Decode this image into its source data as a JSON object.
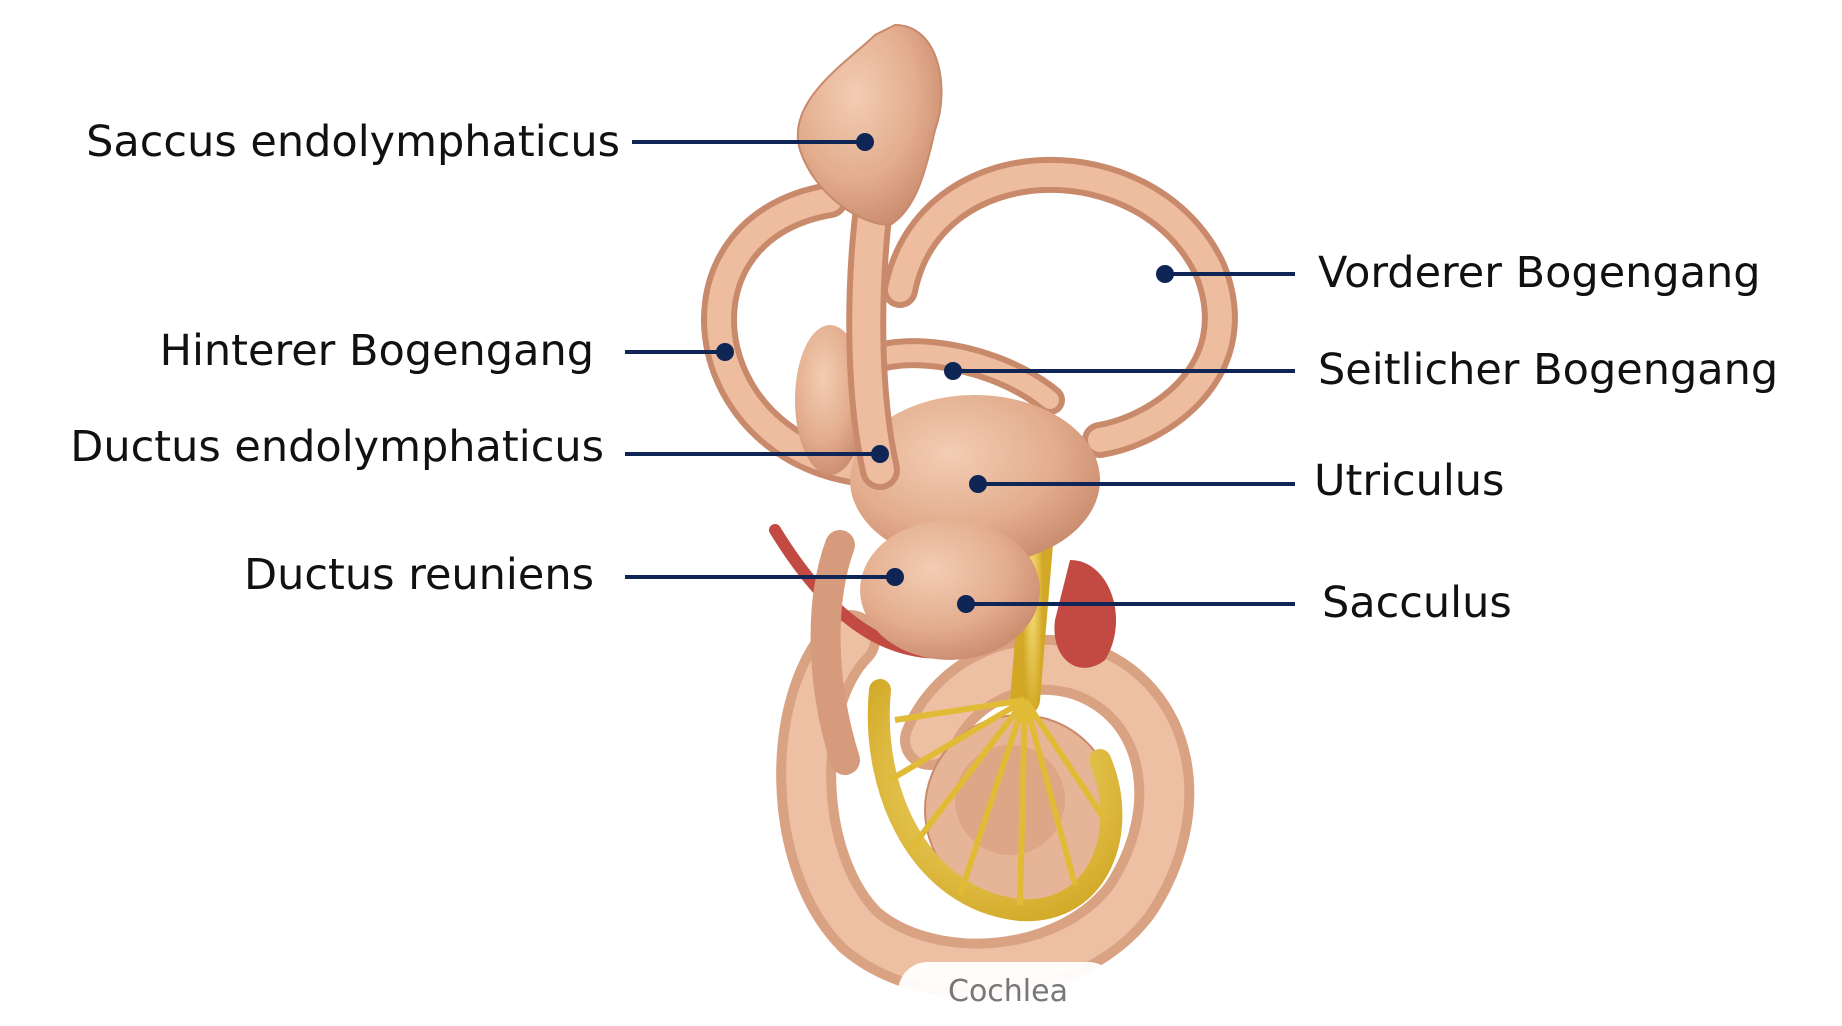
{
  "colors": {
    "label_text": "#111111",
    "leader_line": "#0f2556",
    "tissue": "#e3ad8e",
    "tissue_dark": "#c98a6c",
    "nerve": "#e8c43a",
    "muscle": "#c24a43",
    "caption_text": "#777777"
  },
  "labels": {
    "saccus_endolymphaticus": "Saccus endolymphaticus",
    "hinterer_bogengang": "Hinterer Bogengang",
    "ductus_endolymphaticus": "Ductus endolymphaticus",
    "ductus_reuniens": "Ductus reuniens",
    "vorderer_bogengang": "Vorderer Bogengang",
    "seitlicher_bogengang": "Seitlicher Bogengang",
    "utriculus": "Utriculus",
    "sacculus": "Sacculus"
  },
  "caption": "Cochlea"
}
